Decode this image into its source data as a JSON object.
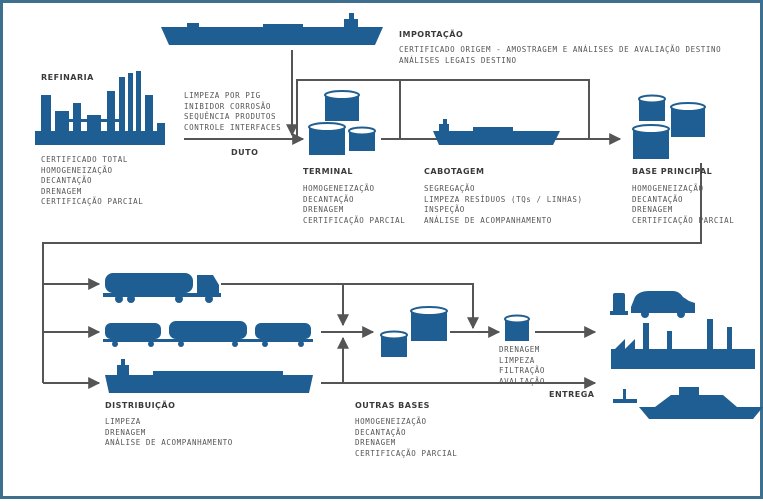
{
  "colors": {
    "icon": "#1f5e92",
    "line": "#555555",
    "border": "#3f6f8f"
  },
  "importacao": {
    "title": "IMPORTAÇÃO",
    "lines": [
      "CERTIFICADO ORIGEM - AMOSTRAGEM E ANÁLISES DE AVALIAÇÃO DESTINO",
      "ANÁLISES LEGAIS DESTINO"
    ]
  },
  "refinaria": {
    "title": "REFINARIA",
    "lines": [
      "CERTIFICADO TOTAL",
      "HOMOGENEIZAÇÃO",
      "DECANTAÇÃO",
      "DRENAGEM",
      "CERTIFICAÇÃO PARCIAL"
    ]
  },
  "duto": {
    "title": "DUTO",
    "lines": [
      "LIMPEZA POR PIG",
      "INIBIDOR CORROSÃO",
      "SEQUÊNCIA PRODUTOS",
      "CONTROLE INTERFACES"
    ]
  },
  "terminal": {
    "title": "TERMINAL",
    "lines": [
      "HOMOGENEIZAÇÃO",
      "DECANTAÇÃO",
      "DRENAGEM",
      "CERTIFICAÇÃO PARCIAL"
    ]
  },
  "cabotagem": {
    "title": "CABOTAGEM",
    "lines": [
      "SEGREGAÇÃO",
      "LIMPEZA RESÍDUOS (TQs / LINHAS)",
      "INSPEÇÃO",
      "ANÁLISE DE ACOMPANHAMENTO"
    ]
  },
  "base_principal": {
    "title": "BASE PRINCIPAL",
    "lines": [
      "HOMOGENEIZAÇÃO",
      "DECANTAÇÃO",
      "DRENAGEM",
      "CERTIFICAÇÃO PARCIAL"
    ]
  },
  "distribuicao": {
    "title": "DISTRIBUIÇÃO",
    "lines": [
      "LIMPEZA",
      "DRENAGEM",
      "ANÁLISE DE ACOMPANHAMENTO"
    ]
  },
  "outras_bases": {
    "title": "OUTRAS BASES",
    "lines": [
      "HOMOGENEIZAÇÃO",
      "DECANTAÇÃO",
      "DRENAGEM",
      "CERTIFICAÇÃO PARCIAL"
    ]
  },
  "final_tank": {
    "lines": [
      "DRENAGEM",
      "LIMPEZA",
      "FILTRAÇÃO",
      "AVALIAÇÃO"
    ]
  },
  "entrega": {
    "title": "ENTREGA"
  },
  "icons": [
    "tanker-ship-icon",
    "refinery-icon",
    "storage-tanks-icon",
    "coastal-ship-icon",
    "tank-truck-icon",
    "freight-train-icon",
    "barge-icon",
    "car-icon",
    "fuel-pump-icon",
    "factory-icon",
    "yacht-icon"
  ]
}
